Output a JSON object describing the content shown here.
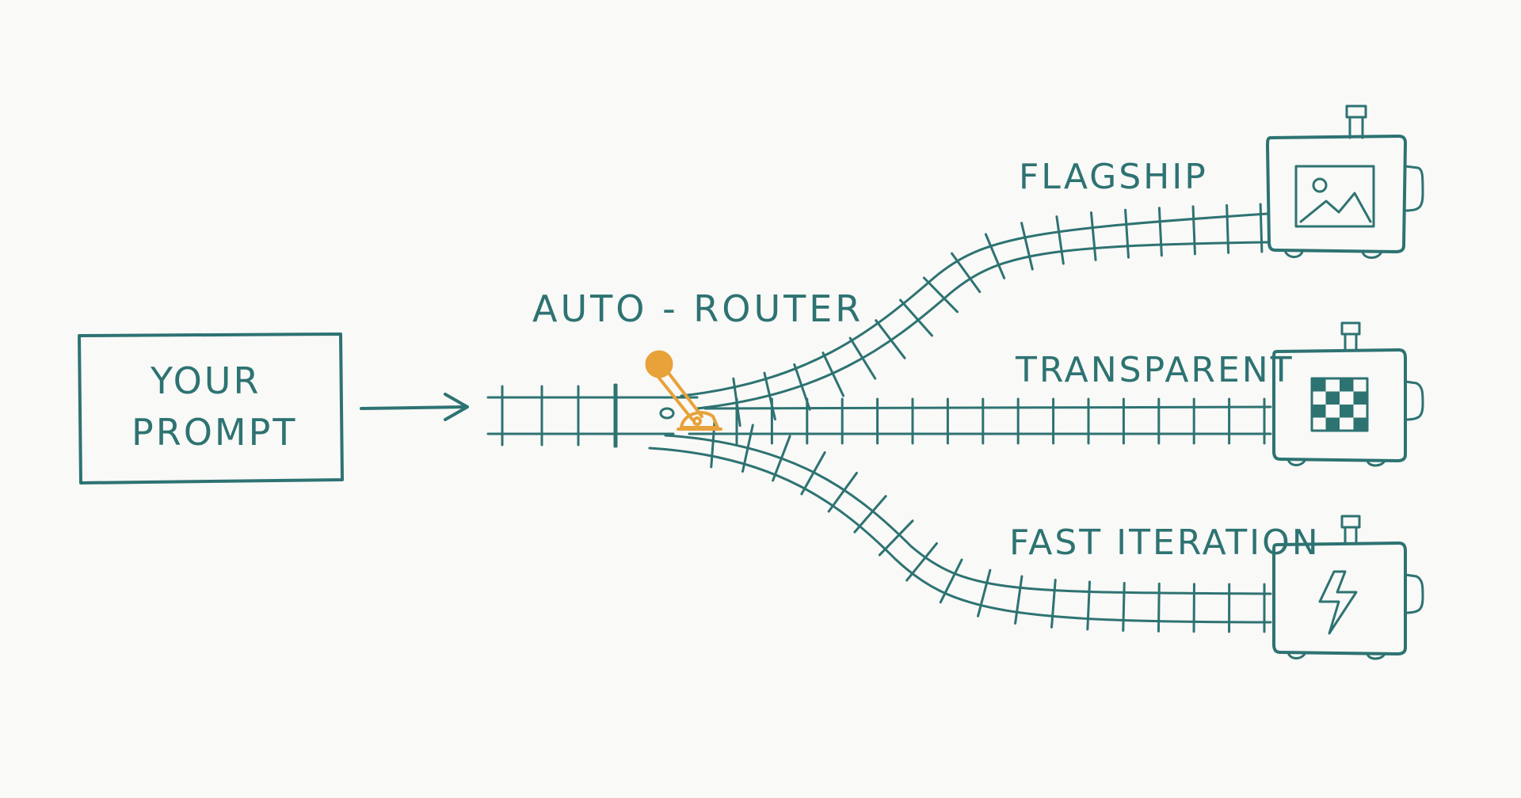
{
  "prompt_box": {
    "line1": "YOUR",
    "line2": "PROMPT"
  },
  "router": {
    "label": "AUTO - ROUTER"
  },
  "routes": [
    {
      "label": "FLAGSHIP",
      "icon": "image-icon"
    },
    {
      "label": "TRANSPARENT",
      "icon": "checkerboard-icon"
    },
    {
      "label": "FAST ITERATION",
      "icon": "lightning-icon"
    }
  ],
  "colors": {
    "ink": "#2d7372",
    "lever": "#e8a23a",
    "background": "#f9f9f7"
  }
}
